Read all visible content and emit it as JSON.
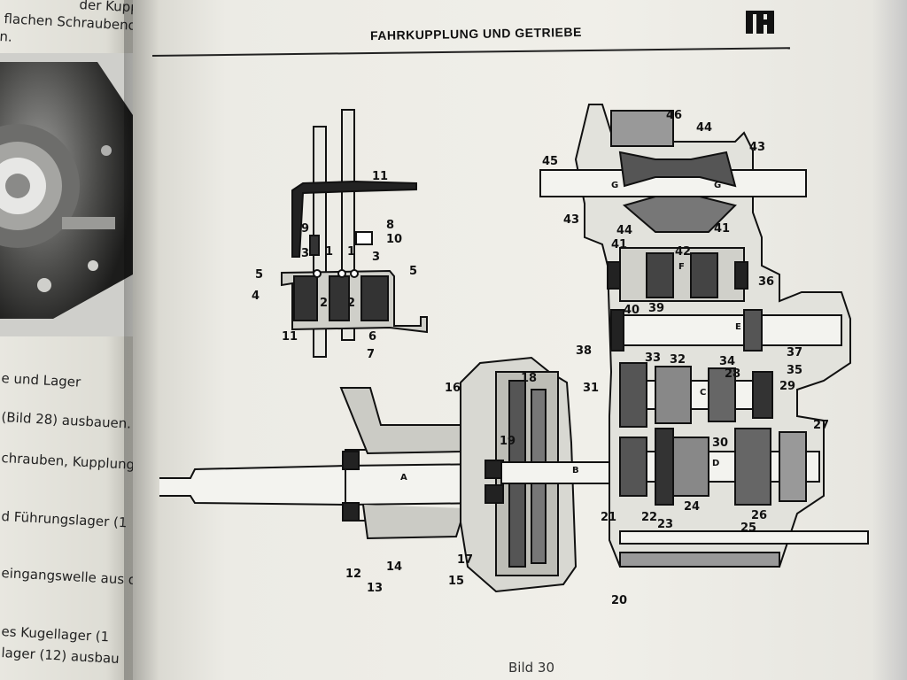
{
  "header": {
    "title": "FAHRKUPPLUNG UND GETRIEBE"
  },
  "left_page": {
    "fragments": [
      "der Kupplung",
      "flachen Schraubendrehe",
      "n.",
      "e und Lager",
      "(Bild 28) ausbauen.",
      "chrauben, Kupplung",
      "d Führungslager (1",
      "eingangswelle aus d",
      "es Kugellager (1",
      "lager (12) ausbau"
    ]
  },
  "figure": {
    "caption": "Bild 30",
    "callouts": [
      "1",
      "2",
      "3",
      "4",
      "5",
      "6",
      "7",
      "8",
      "9",
      "10",
      "11",
      "12",
      "13",
      "14",
      "15",
      "16",
      "17",
      "18",
      "19",
      "20",
      "21",
      "22",
      "23",
      "24",
      "25",
      "26",
      "27",
      "28",
      "29",
      "30",
      "31",
      "32",
      "33",
      "34",
      "35",
      "36",
      "37",
      "38",
      "39",
      "40",
      "41",
      "42",
      "43",
      "44",
      "45",
      "46"
    ],
    "shaft_letters": [
      "A",
      "B",
      "C",
      "D",
      "E",
      "F",
      "G"
    ]
  }
}
